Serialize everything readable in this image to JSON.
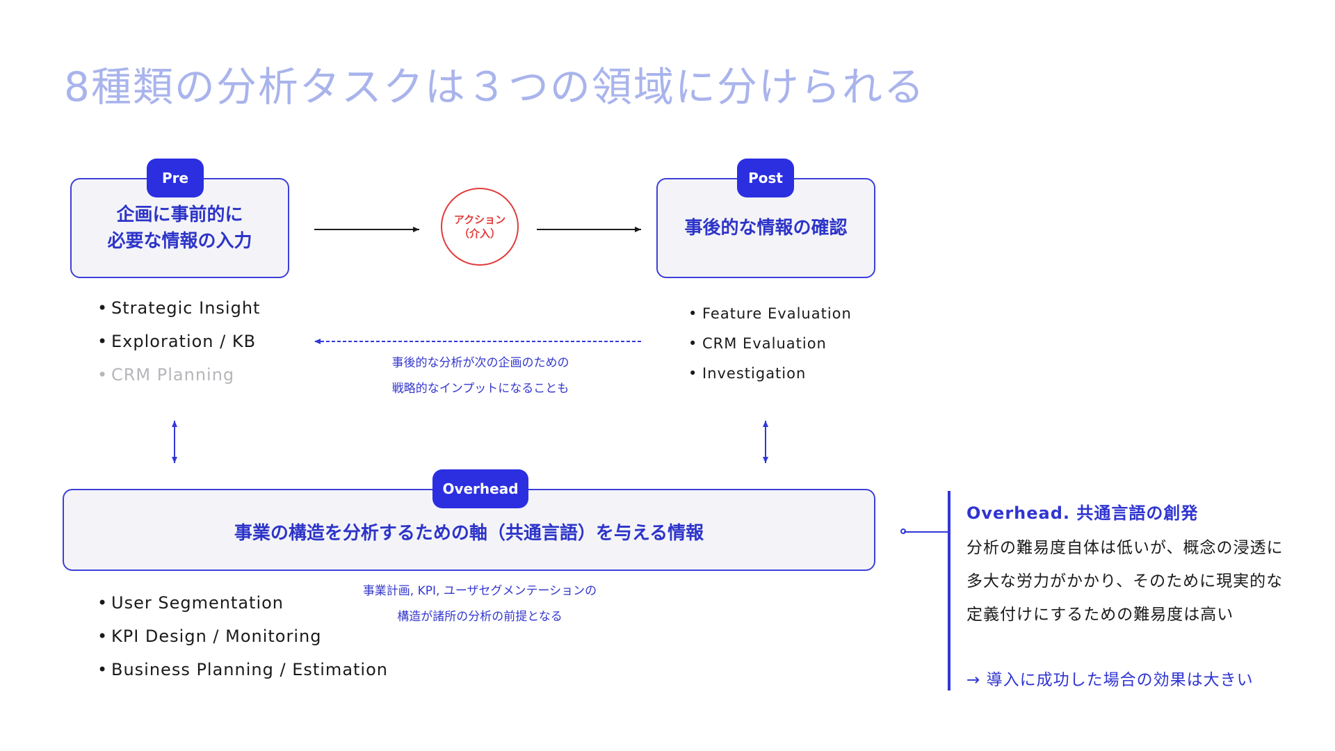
{
  "title": "8種類の分析タスクは３つの領域に分けられる",
  "pre": {
    "badge": "Pre",
    "text": "企画に事前的に\n必要な情報の入力",
    "items": [
      "Strategic Insight",
      "Exploration / KB"
    ],
    "muted_item": "CRM Planning"
  },
  "action": {
    "line1": "アクション",
    "line2": "（介入）"
  },
  "post": {
    "badge": "Post",
    "text": "事後的な情報の確認",
    "items": [
      "Feature Evaluation",
      "CRM Evaluation",
      "Investigation"
    ]
  },
  "feedback_note": {
    "line1": "事後的な分析が次の企画のための",
    "line2": "戦略的なインプットになることも"
  },
  "overhead": {
    "badge": "Overhead",
    "text": "事業の構造を分析するための軸（共通言語）を与える情報",
    "items": [
      "User Segmentation",
      "KPI Design / Monitoring",
      "Business Planning / Estimation"
    ],
    "note_line1": "事業計画, KPI, ユーザセグメンテーションの",
    "note_line2": "構造が諸所の分析の前提となる"
  },
  "sidebar": {
    "heading": "Overhead. 共通言語の創発",
    "lines": [
      "分析の難易度自体は低いが、概念の浸透に",
      "多大な労力がかかり、そのために現実的な",
      "定義付けにするための難易度は高い"
    ],
    "footer": "→ 導入に成功した場合の効果は大きい"
  },
  "colors": {
    "accent": "#2b2fe0",
    "title": "#a9b4ec",
    "action": "#e23b3b",
    "box_bg": "#f4f4f8",
    "muted": "#b6b6bb"
  }
}
